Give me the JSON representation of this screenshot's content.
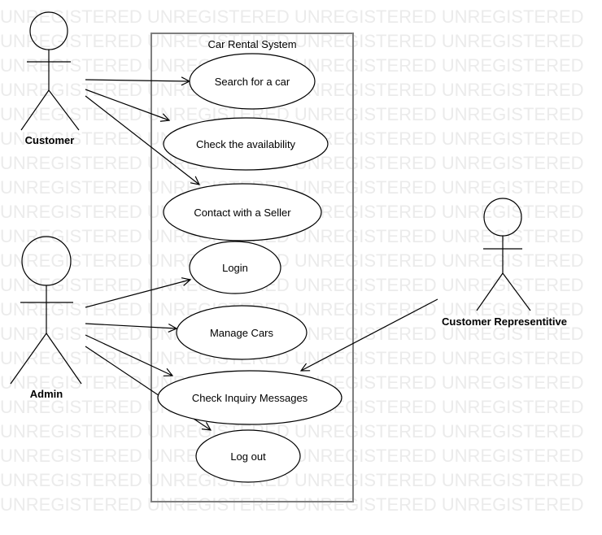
{
  "watermark": {
    "text": "UNREGISTERED UNREGISTERED UNREGISTERED UNREGISTERED"
  },
  "system": {
    "title": "Car Rental System"
  },
  "actors": {
    "customer": "Customer",
    "admin": "Admin",
    "representative": "Customer Representitive"
  },
  "use_cases": {
    "search": "Search for a car",
    "availability": "Check the availability",
    "contact": "Contact with a Seller",
    "login": "Login",
    "manage": "Manage Cars",
    "inquiry": "Check Inquiry Messages",
    "logout": "Log out"
  },
  "colors": {
    "line": "#000000",
    "boundary": "#7f7f7f",
    "watermark": "#ebebeb"
  }
}
